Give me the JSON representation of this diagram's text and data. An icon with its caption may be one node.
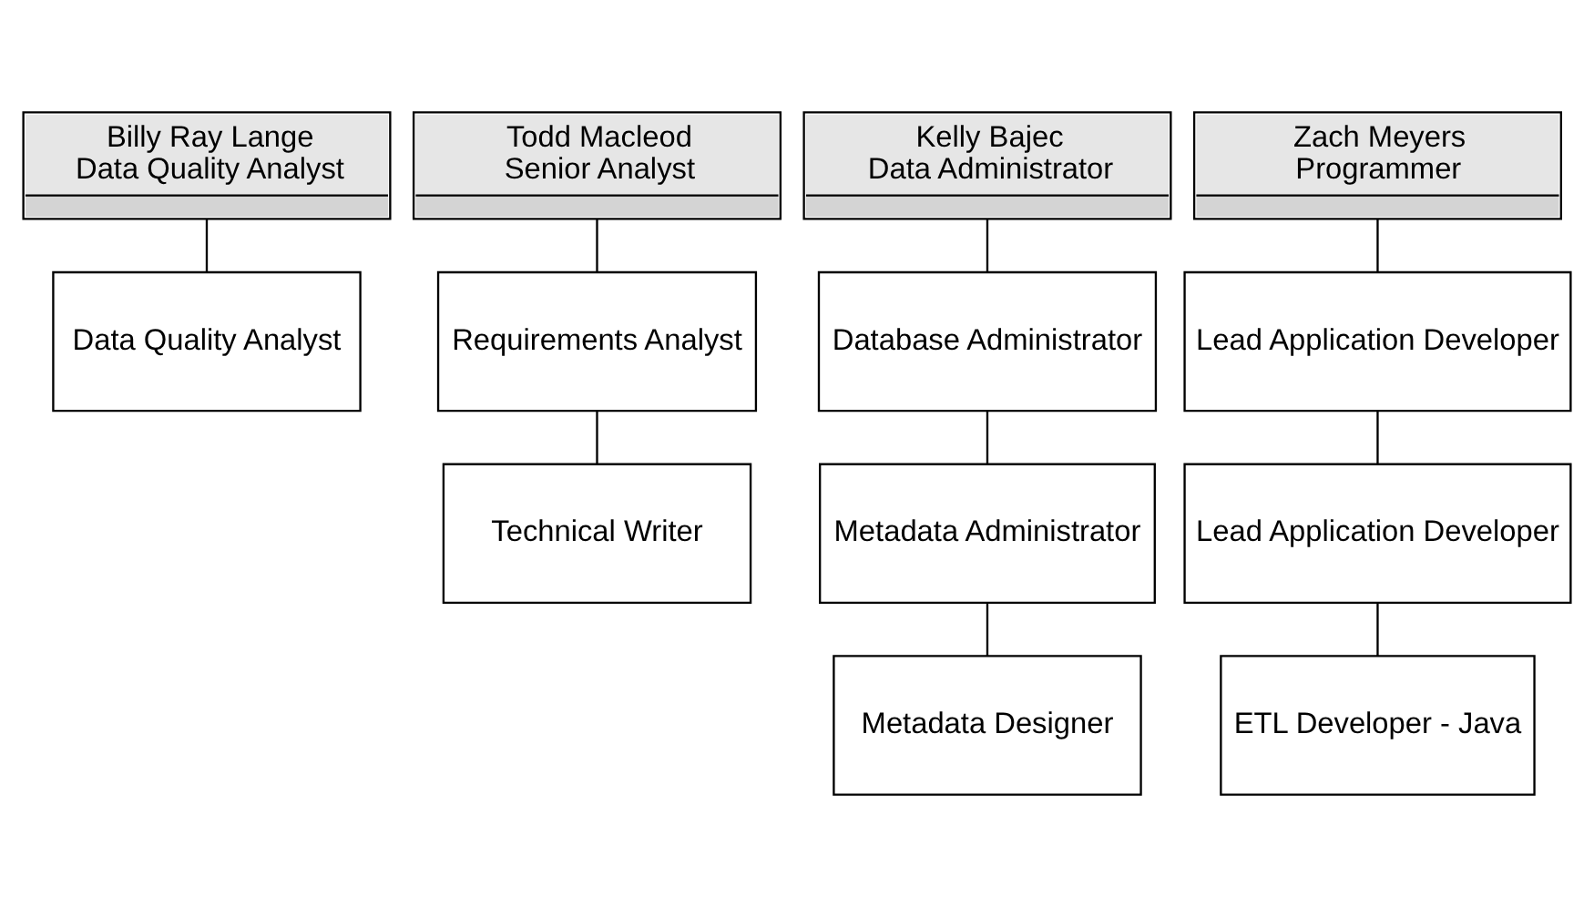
{
  "diagram": {
    "nodes": [
      {
        "text": [
          "Billy Ray Lange",
          "Data Quality Analyst"
        ]
      },
      {
        "text": [
          "Todd Macleod",
          "Senior Analyst"
        ]
      },
      {
        "text": [
          "Kelly Bajec",
          "Data Administrator"
        ]
      },
      {
        "text": [
          "Zach Meyers",
          "Programmer"
        ]
      },
      {
        "text": [
          "Data Quality Analyst"
        ]
      },
      {
        "text": [
          "Requirements Analyst"
        ]
      },
      {
        "text": [
          "Technical Writer"
        ]
      },
      {
        "text": [
          "Database Administrator"
        ]
      },
      {
        "text": [
          "Metadata Administrator"
        ]
      },
      {
        "text": [
          "Metadata Designer"
        ]
      },
      {
        "text": [
          "Lead Application Developer"
        ]
      },
      {
        "text": [
          "Lead Application Developer"
        ]
      },
      {
        "text": [
          "ETL Developer - Java"
        ]
      }
    ],
    "edges": [
      {
        "from": 0,
        "to": 4,
        "arrow": "none"
      },
      {
        "from": 1,
        "to": 5,
        "arrow": "none"
      },
      {
        "from": 5,
        "to": 6,
        "arrow": "none"
      },
      {
        "from": 2,
        "to": 7,
        "arrow": "none"
      },
      {
        "from": 7,
        "to": 8,
        "arrow": "none"
      },
      {
        "from": 8,
        "to": 9,
        "arrow": "none"
      },
      {
        "from": 3,
        "to": 10,
        "arrow": "none"
      },
      {
        "from": 10,
        "to": 11,
        "arrow": "none"
      },
      {
        "from": 11,
        "to": 12,
        "arrow": "none"
      }
    ]
  }
}
